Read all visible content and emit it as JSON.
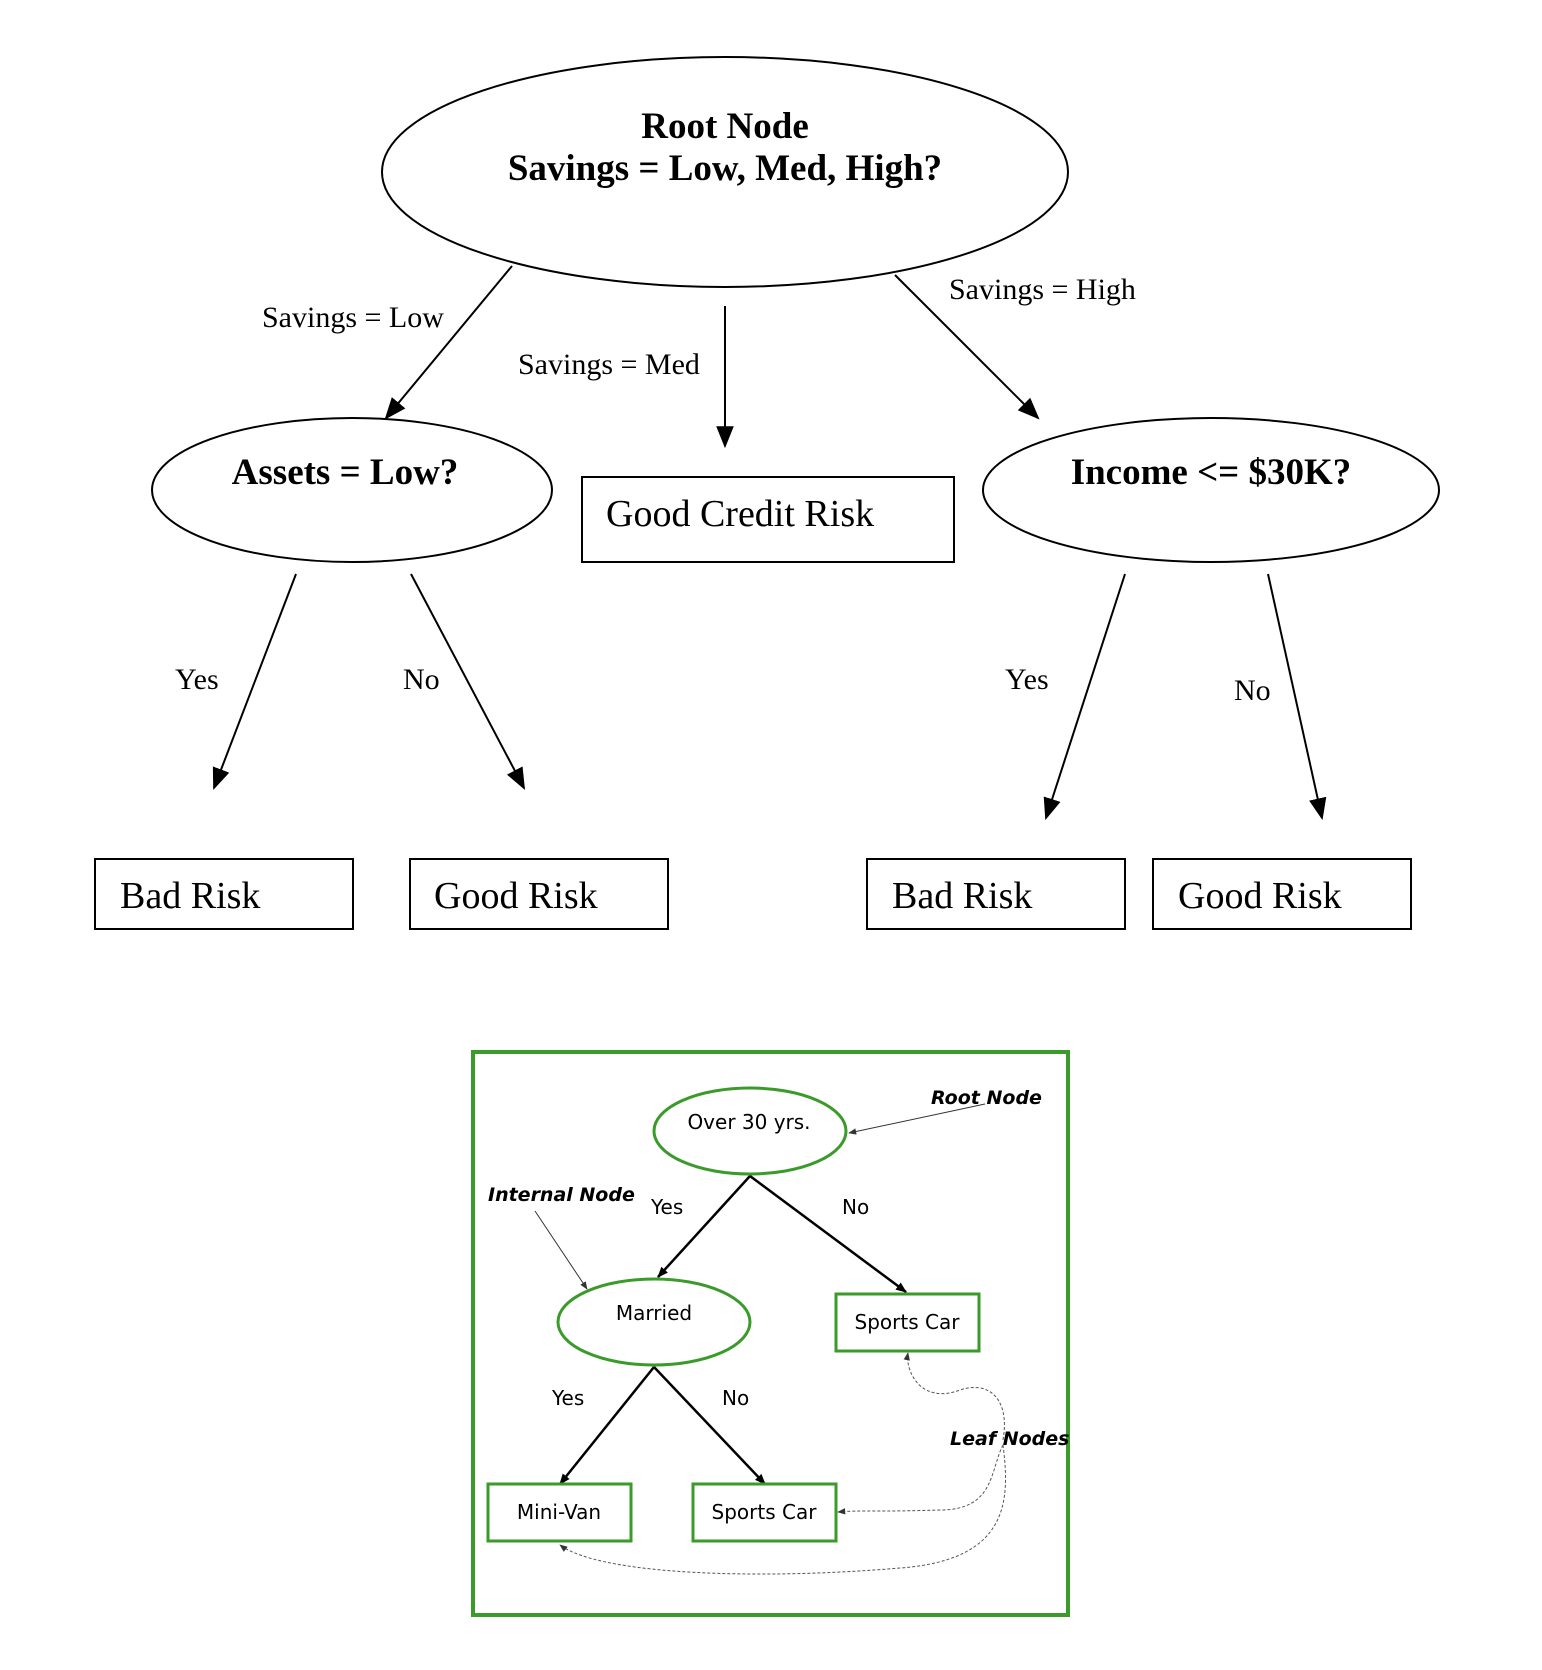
{
  "tree1": {
    "root": {
      "line1": "Root Node",
      "line2": "Savings = Low, Med, High?"
    },
    "edges": {
      "low": "Savings = Low",
      "med": "Savings = Med",
      "high": "Savings = High"
    },
    "assets": {
      "label": "Assets = Low?",
      "yes": "Yes",
      "no": "No"
    },
    "income": {
      "label": "Income <= $30K?",
      "yes": "Yes",
      "no": "No"
    },
    "leaves": {
      "good_credit": "Good Credit Risk",
      "assets_yes": "Bad Risk",
      "assets_no": "Good Risk",
      "income_yes": "Bad Risk",
      "income_no": "Good Risk"
    }
  },
  "tree2": {
    "colors": {
      "frame": "#3a9a2a",
      "node": "#3a9a2a"
    },
    "root": "Over 30 yrs.",
    "root_yes": "Yes",
    "root_no": "No",
    "married": "Married",
    "married_yes": "Yes",
    "married_no": "No",
    "leaf_sports_top": "Sports Car",
    "leaf_minivan": "Mini-Van",
    "leaf_sports_bottom": "Sports Car",
    "annotations": {
      "root_node": "Root Node",
      "internal_node": "Internal Node",
      "leaf_nodes": "Leaf Nodes"
    }
  }
}
